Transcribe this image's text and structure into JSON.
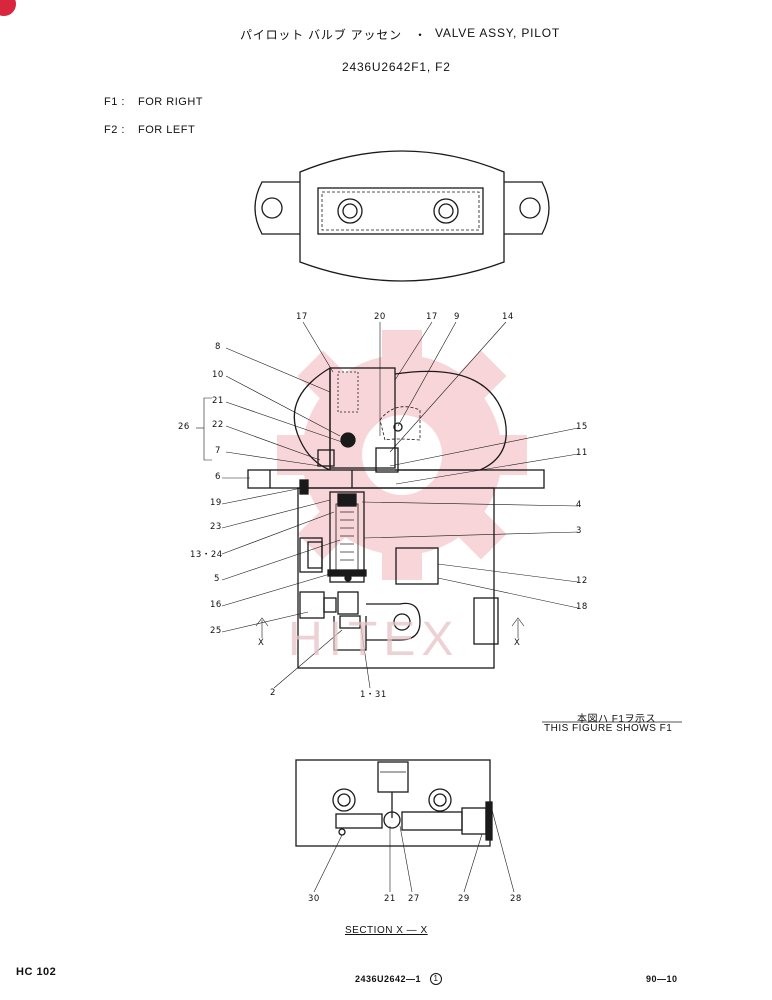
{
  "header": {
    "title_jp": "パイロット バルブ アッセン",
    "title_sep": "・",
    "title_en": "VALVE ASSY, PILOT",
    "part_number": "2436U2642F1, F2"
  },
  "variants": [
    {
      "code": "F1 :",
      "desc": "FOR  RIGHT"
    },
    {
      "code": "F2 :",
      "desc": "FOR  LEFT"
    }
  ],
  "part_labels": {
    "p17a": "17",
    "p20": "20",
    "p17b": "17",
    "p9": "9",
    "p14": "14",
    "p8": "8",
    "p10": "10",
    "p21": "21",
    "p22": "22",
    "p7": "7",
    "p26": "26",
    "p6": "6",
    "p19": "19",
    "p23": "23",
    "p13_24": "13・24",
    "p5": "5",
    "p16": "16",
    "p25": "25",
    "p2": "2",
    "p1_31": "1・31",
    "p15": "15",
    "p11": "11",
    "p4": "4",
    "p3": "3",
    "p12": "12",
    "p18": "18",
    "x_left": "X",
    "x_right": "X"
  },
  "figure_note": {
    "jp": "本図ハ F1ヲ示ス",
    "en": "THIS FIGURE SHOWS   F1"
  },
  "section_labels": {
    "s30": "30",
    "s21": "21",
    "s27": "27",
    "s29": "29",
    "s28": "28"
  },
  "section_title": "SECTION   X  —  X",
  "footer": {
    "left": "HC 102",
    "center": "2436U2642—1",
    "revision_mark": "1",
    "right": "90—10"
  },
  "watermark": {
    "text": "HITEX",
    "color": "#f3b7bd"
  },
  "colors": {
    "accent": "#d7263d",
    "line": "#1a1a1a"
  }
}
